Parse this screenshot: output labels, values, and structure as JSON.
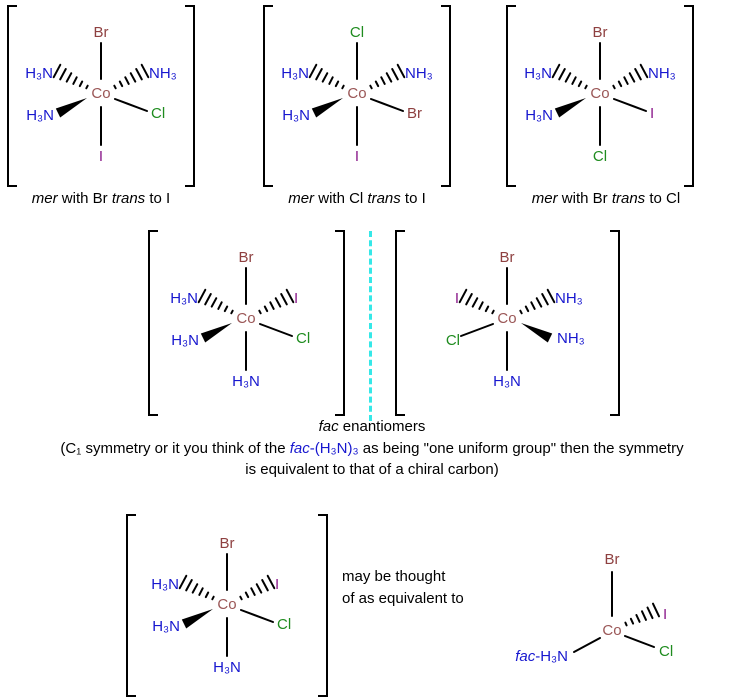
{
  "colors": {
    "br": "#8e4040",
    "cl": "#1f8c1f",
    "i": "#8b1a8b",
    "n": "#1717cf",
    "co": "#9a5656",
    "divider": "#35e8e8"
  },
  "complex1": {
    "center": "Co",
    "top": "Br",
    "upper_left": "H₃N",
    "upper_right": "NH₃",
    "lower_left": "H₃N",
    "lower_right": "Cl",
    "bottom": "I"
  },
  "complex2": {
    "center": "Co",
    "top": "Cl",
    "upper_left": "H₃N",
    "upper_right": "NH₃",
    "lower_left": "H₃N",
    "lower_right": "Br",
    "bottom": "I"
  },
  "complex3": {
    "center": "Co",
    "top": "Br",
    "upper_left": "H₃N",
    "upper_right": "NH₃",
    "lower_left": "H₃N",
    "lower_right": "I",
    "bottom": "Cl"
  },
  "complex4": {
    "center": "Co",
    "top": "Br",
    "upper_left": "H₃N",
    "upper_right": "I",
    "lower_left": "H₃N",
    "lower_right": "Cl",
    "bottom": "H₃N"
  },
  "complex5": {
    "center": "Co",
    "top": "Br",
    "upper_left": "I",
    "upper_right": "NH₃",
    "lower_left": "Cl",
    "lower_right": "NH₃",
    "bottom": "H₃N"
  },
  "complex6": {
    "center": "Co",
    "top": "Br",
    "upper_left": "H₃N",
    "upper_right": "I",
    "lower_left": "H₃N",
    "lower_right": "Cl",
    "bottom": "H₃N"
  },
  "simple": {
    "center": "Co",
    "top": "Br",
    "upper_right": "I",
    "lower_right": "Cl",
    "fac_italic": "fac",
    "fac_rest": "-H₃N"
  },
  "captions": {
    "mer1": {
      "i1": "mer",
      "t1": " with Br ",
      "i2": "trans",
      "t2": " to I"
    },
    "mer2": {
      "i1": "mer",
      "t1": " with Cl ",
      "i2": "trans",
      "t2": " to I"
    },
    "mer3": {
      "i1": "mer",
      "t1": " with Br ",
      "i2": "trans",
      "t2": " to Cl"
    },
    "fac": {
      "i1": "fac",
      "t1": " enantiomers"
    },
    "sym1a": "(C₁ symmetry or it you think of the ",
    "sym1b_i": "fac",
    "sym1b_t": "-(H₃N)₃",
    "sym1c": " as being \"one uniform group\" then the symmetry",
    "sym2": "is equivalent to that of a chiral carbon)",
    "equiv1": "may be thought",
    "equiv2": "of as equivalent to"
  }
}
